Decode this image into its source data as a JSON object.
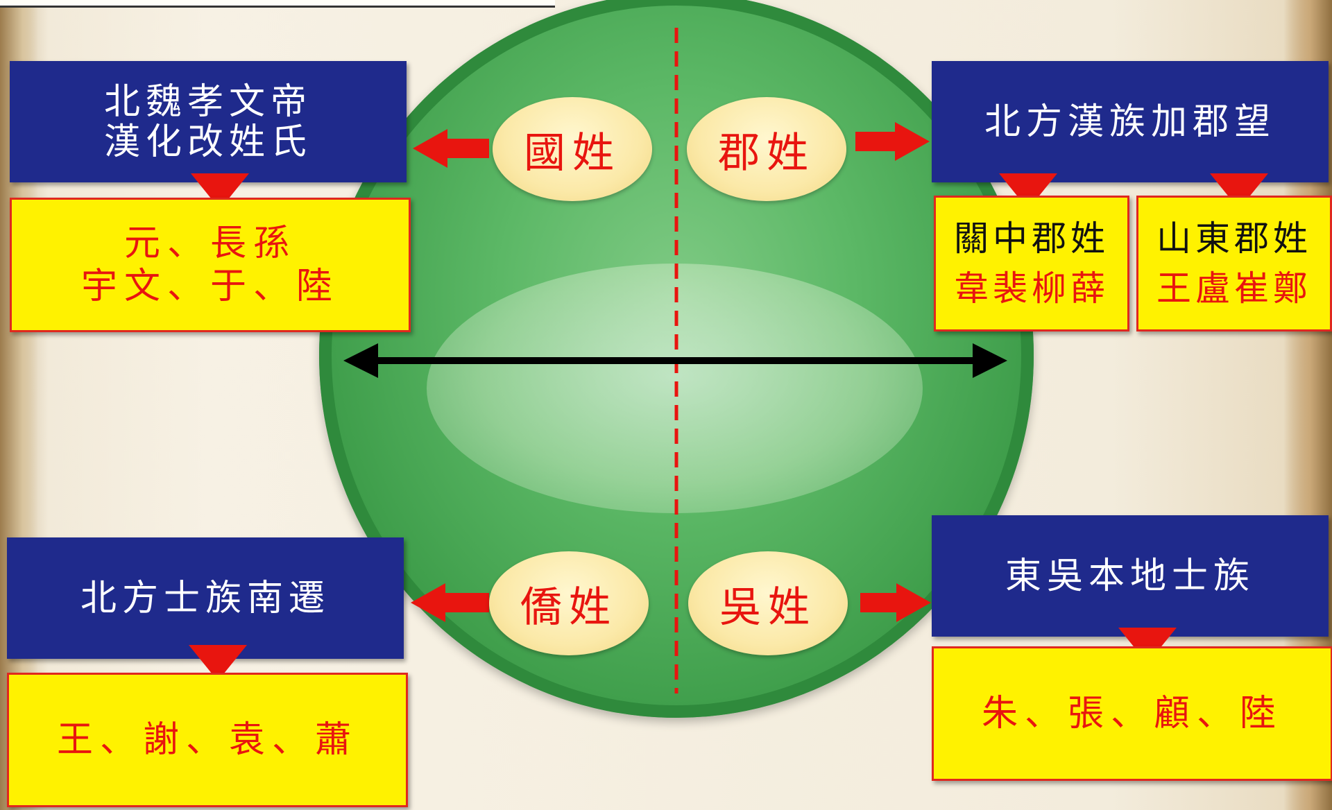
{
  "top_left": {
    "title_line1": "北魏孝文帝",
    "title_line2": "漢化改姓氏",
    "surnames_line1": "元、長孫",
    "surnames_line2": "宇文、于、陸"
  },
  "top_right": {
    "title": "北方漢族加郡望",
    "guanzhong_label": "關中郡姓",
    "guanzhong_names": "韋裴柳薛",
    "shandong_label": "山東郡姓",
    "shandong_names": "王盧崔鄭"
  },
  "bottom_left": {
    "title": "北方士族南遷",
    "surnames": "王、謝、袁、蕭"
  },
  "bottom_right": {
    "title": "東吳本地士族",
    "surnames": "朱、張、顧、陸"
  },
  "ovals": {
    "guo": "國姓",
    "jun": "郡姓",
    "qiao": "僑姓",
    "wu": "吳姓"
  },
  "colors": {
    "blue_box": "#1f2a8c",
    "yellow_box": "#fff200",
    "red": "#e8150f",
    "sphere_green": "#4fae59"
  }
}
